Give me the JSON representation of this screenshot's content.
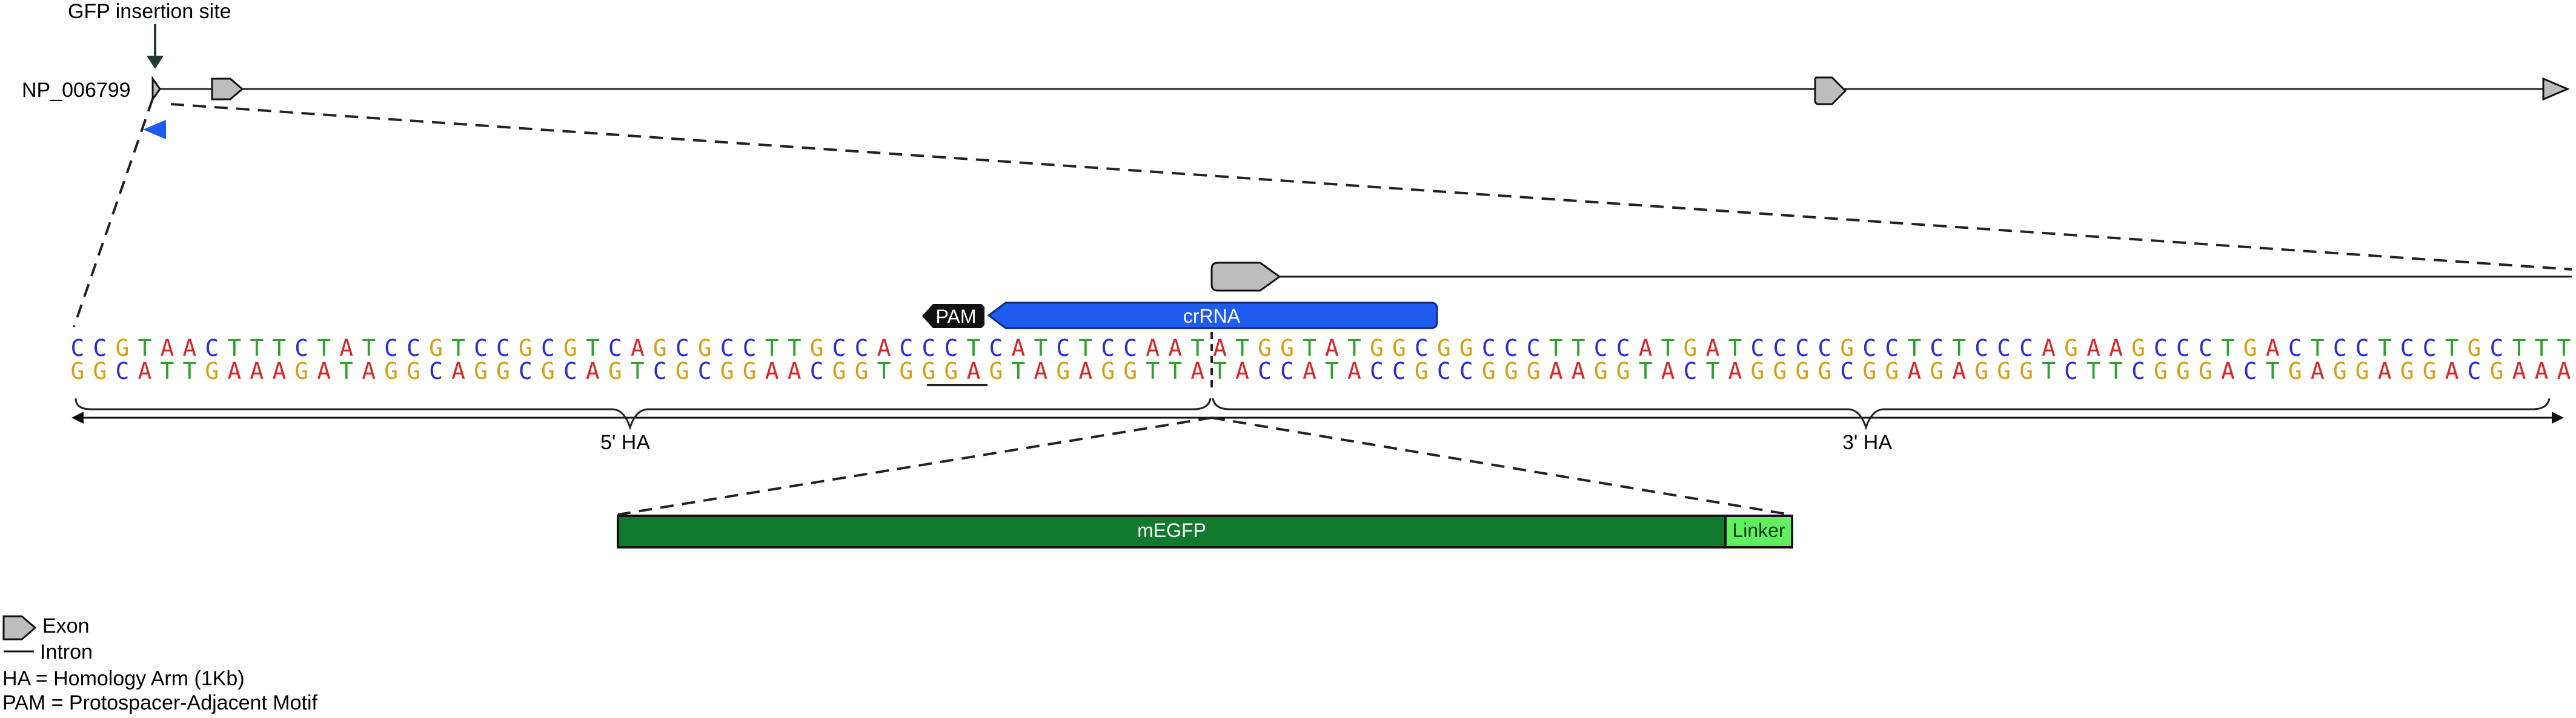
{
  "gene_name": "NP_006799",
  "insertion_label": "GFP insertion site",
  "sequence": {
    "top": "CCGTAACTTTCTATCCGTCCGCGTCAGCGCCTTGCCACCCTCATCTCCAATATGGTATGGCGGCCCTTCCATGATCCCCGCCTCTCCCAGAAGCCCTGACTCCTCCTGCTTT",
    "bottom": "GGCATTGAAAGATAGGCAGGCGCAGTCGCGGAACGGTGGGAGTAGAGGTTATACCATACCGCCGGGAAGGTACTAGGGGCGGAGAGGGTCTTCGGGACTGAGGAGGACGAAA"
  },
  "features": {
    "pam_label": "PAM",
    "crrna_label": "crRNA",
    "five_ha_label": "5' HA",
    "three_ha_label": "3' HA",
    "megfp_label": "mEGFP",
    "linker_label": "Linker"
  },
  "legend": {
    "exon_label": "Exon",
    "intron_label": "Intron",
    "ha_def": "HA = Homology Arm (1Kb)",
    "pam_def": "PAM = Protospacer-Adjacent Motif"
  },
  "colors": {
    "A": "#d62728",
    "C": "#2b2bd6",
    "G": "#d4a017",
    "T": "#2ca02c",
    "crrna": "#1e5cf0",
    "pam": "#111111",
    "megfp": "#117a2e",
    "linker": "#5ef05e",
    "exon": "#bdbdbd",
    "cut_arrow": "#1e5cf0"
  }
}
